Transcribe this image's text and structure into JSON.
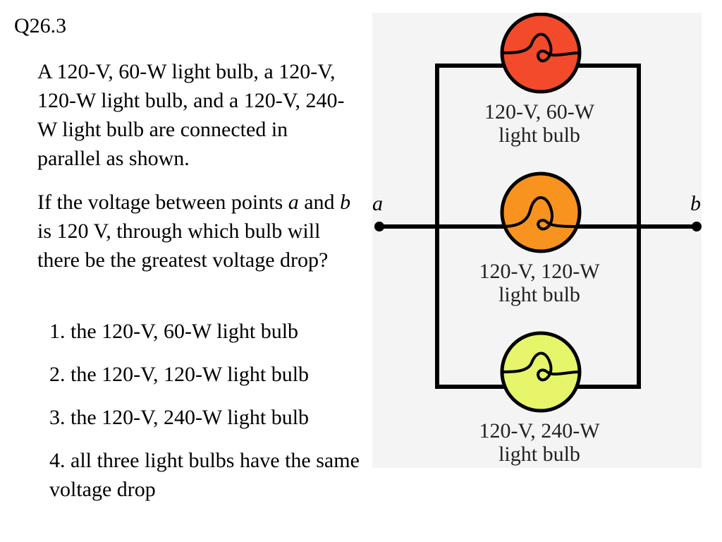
{
  "question_id": "Q26.3",
  "question": {
    "para1": "A 120-V, 60-W light bulb, a 120-V, 120-W light bulb, and a 120-V, 240-W light bulb are connected in parallel as shown.",
    "para2_part1": "If the voltage between points ",
    "point_a": "a",
    "para2_part2": " and ",
    "point_b": "b",
    "para2_part3": " is 120 V, through which bulb will there be the greatest voltage drop?"
  },
  "choices": [
    "1. the 120-V, 60-W light bulb",
    "2. the 120-V, 120-W light bulb",
    "3. the 120-V, 240-W light bulb",
    "4. all three light bulbs have the same voltage drop"
  ],
  "diagram": {
    "point_a_label": "a",
    "point_b_label": "b",
    "bulbs": [
      {
        "label_line1": "120-V, 60-W",
        "label_line2": "light bulb",
        "color": "#f24a2a"
      },
      {
        "label_line1": "120-V, 120-W",
        "label_line2": "light bulb",
        "color": "#f7931e"
      },
      {
        "label_line1": "120-V, 240-W",
        "label_line2": "light bulb",
        "color": "#e6f56a"
      }
    ],
    "background": "#f4f4f4",
    "wire_color": "#000000"
  }
}
